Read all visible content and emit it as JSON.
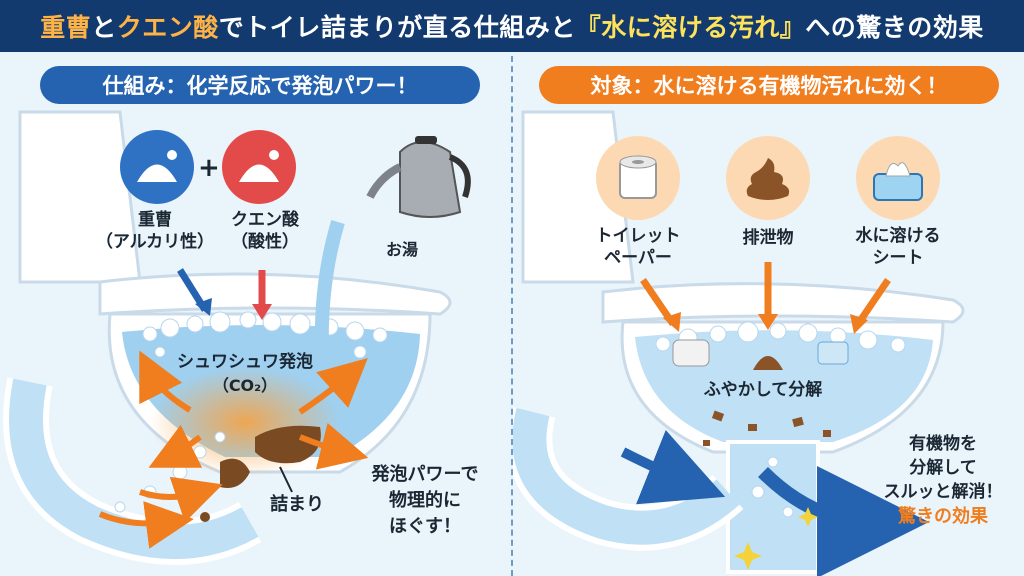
{
  "title": {
    "part1": "重曹",
    "part2": "と",
    "part3": "クエン酸",
    "part4": "でトイレ詰まりが直る仕組みと",
    "part5": "『水に溶ける汚れ』",
    "part6": "への驚きの効果"
  },
  "left": {
    "heading": "仕組み：化学反応で発泡パワー！",
    "baking_soda": "重曹",
    "baking_soda_note": "（アルカリ性）",
    "plus": "+",
    "citric_acid": "クエン酸",
    "citric_acid_note": "（酸性）",
    "hot_water": "お湯",
    "foam": "シュワシュワ発泡",
    "foam_gas": "（CO₂）",
    "clog": "詰まり",
    "effect_line1": "発泡パワーで",
    "effect_line2": "物理的に",
    "effect_line3": "ほぐす！"
  },
  "right": {
    "heading": "対象：水に溶ける有機物汚れに効く！",
    "item1_line1": "トイレット",
    "item1_line2": "ペーパー",
    "item2": "排泄物",
    "item3_line1": "水に溶ける",
    "item3_line2": "シート",
    "dissolve": "ふやかして分解",
    "result_line1": "有機物を",
    "result_line2": "分解して",
    "result_line3": "スルッと解消！",
    "result_line4": "驚きの効果"
  },
  "colors": {
    "navy": "#123a6e",
    "blue": "#2563b0",
    "orange": "#f07d1e",
    "red": "#e34b4b",
    "water": "#9fd0f0"
  },
  "icons": [
    "baking-soda-icon",
    "citric-acid-icon",
    "kettle-icon",
    "toilet-paper-icon",
    "poop-icon",
    "wet-wipes-icon"
  ]
}
